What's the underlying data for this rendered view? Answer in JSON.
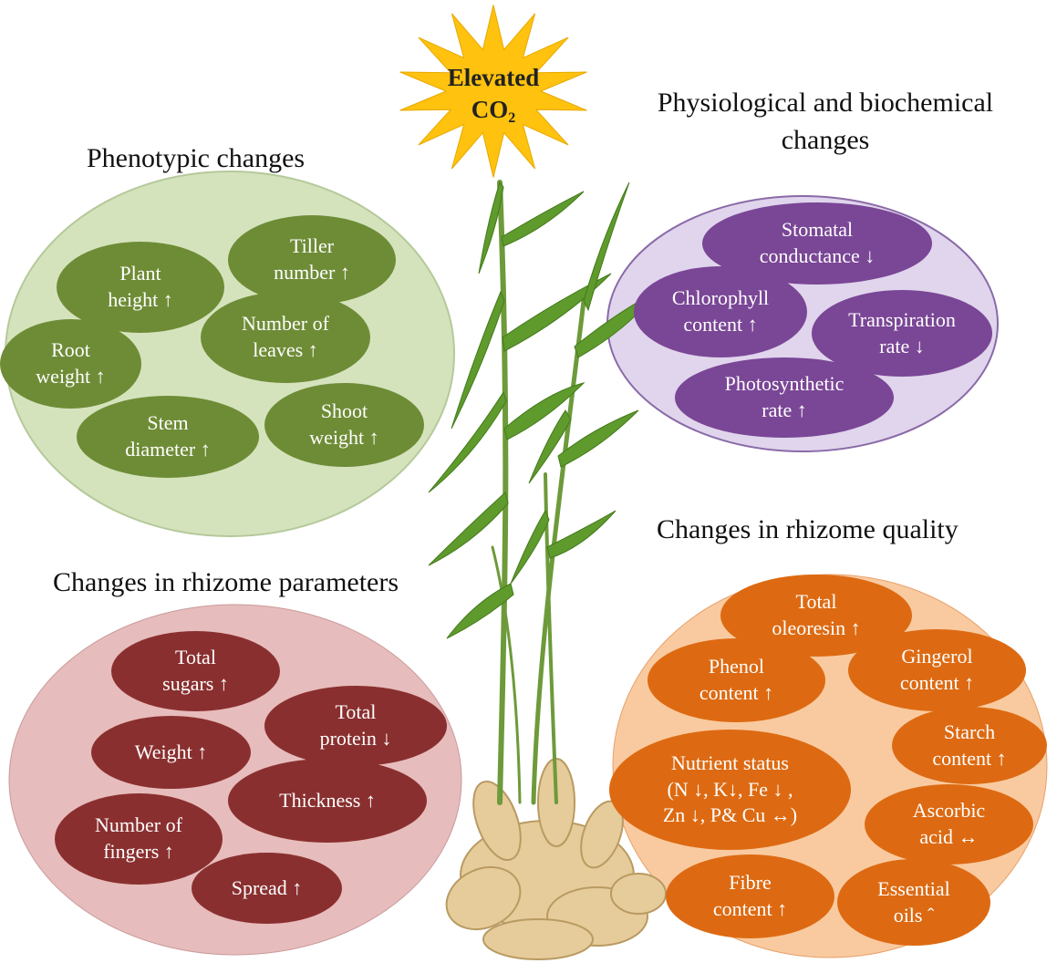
{
  "center": {
    "line1": "Elevated",
    "line2_main": "CO",
    "line2_sub": "2"
  },
  "phenotypic": {
    "title": "Phenotypic changes",
    "items": {
      "tiller_number": "Tiller\nnumber ↑",
      "plant_height": "Plant\nheight ↑",
      "number_of_leaves": "Number of\nleaves ↑",
      "root_weight": "Root\nweight ↑",
      "stem_diameter": "Stem\ndiameter ↑",
      "shoot_weight": "Shoot\nweight ↑"
    }
  },
  "physiological": {
    "title": "Physiological and biochemical\nchanges",
    "items": {
      "stomatal_conductance": "Stomatal\nconductance ↓",
      "chlorophyll_content": "Chlorophyll\ncontent ↑",
      "transpiration_rate": "Transpiration\nrate ↓",
      "photosynthetic_rate": "Photosynthetic\nrate ↑"
    }
  },
  "rhizome_parameters": {
    "title": "Changes in rhizome parameters",
    "items": {
      "total_sugars": "Total\nsugars ↑",
      "total_protein": "Total\nprotein ↓",
      "weight": "Weight ↑",
      "thickness": "Thickness ↑",
      "number_of_fingers": "Number of\nfingers ↑",
      "spread": "Spread ↑"
    }
  },
  "rhizome_quality": {
    "title": "Changes in rhizome quality",
    "items": {
      "total_oleoresin": "Total\noleoresin ↑",
      "phenol_content": "Phenol\ncontent ↑",
      "gingerol_content": "Gingerol\ncontent ↑",
      "starch_content": "Starch\ncontent ↑",
      "nutrient_status": "Nutrient status\n(N ↓, K↓, Fe ↓ ,\nZn ↓, P& Cu ↔)",
      "ascorbic_acid": "Ascorbic\nacid ↔",
      "fibre_content": "Fibre\ncontent ↑",
      "essential_oils": "Essential\noils ˆ"
    }
  },
  "colors": {
    "burst": "#ffc20e",
    "phenotypic_circle": "#d5e3bd",
    "phenotypic_pill": "#6e8c36",
    "physiological_circle": "#e0d5ec",
    "physiological_pill": "#7a4696",
    "parameters_circle": "#e7bcbc",
    "parameters_pill": "#8a2f2f",
    "quality_circle": "#f9caa0",
    "quality_pill": "#dd6a12",
    "plant_leaf": "#5f9a2c",
    "rhizome": "#e6cc9a"
  }
}
